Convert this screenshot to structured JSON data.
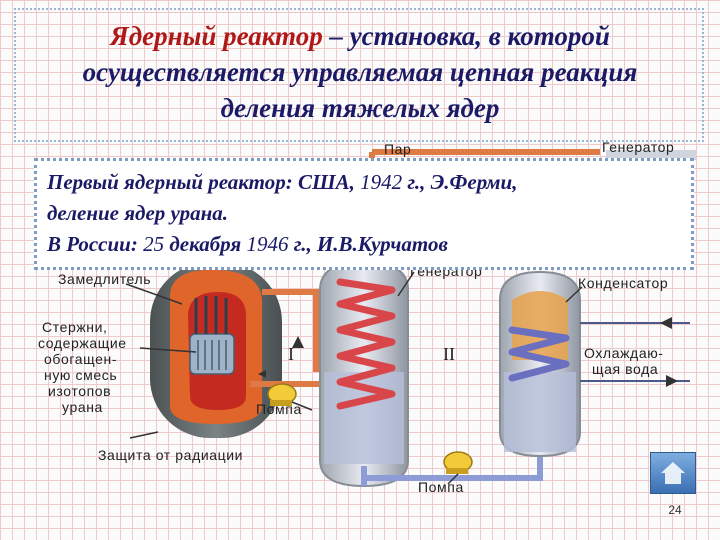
{
  "slide": {
    "title_accent": "Ядерный реактор",
    "title_rest": " – установка, в которой",
    "title_line2": "осуществляется управляемая цепная реакция",
    "title_line3": "деления тяжелых ядер",
    "info_line1_a": "Первый ядерный реактор: США, ",
    "info_line1_year": "1942",
    "info_line1_b": " г., Э.Ферми,",
    "info_line2": "деление ядер урана.",
    "info_line3_a": "В России: ",
    "info_line3_day": "25",
    "info_line3_b": " декабря ",
    "info_line3_year": "1946",
    "info_line3_c": " г., И.В.Курчатов",
    "page_number": "24"
  },
  "diagram": {
    "labels": {
      "steam": "Пар",
      "generator_top": "Генератор",
      "generator_mid": "Генератор",
      "moderator": "Замедлитель",
      "condenser": "Конденсатор",
      "rods_1": "Стержни,",
      "rods_2": "содержащие",
      "rods_3": "обогащен-",
      "rods_4": "ную смесь",
      "rods_5": "изотопов",
      "rods_6": "урана",
      "pump_1": "Помпа",
      "pump_2": "Помпа",
      "shield": "Защита от радиации",
      "coolant_1": "Охлаждаю-",
      "coolant_2": "щая вода",
      "loop_1": "I",
      "loop_2": "II"
    },
    "colors": {
      "vessel": "#5f6668",
      "core_orange": "#e0652a",
      "core_red": "#c42a1f",
      "pipe_orange": "#de7a44",
      "pipe_blue": "#8d9bd6",
      "coil_red": "#d8464a",
      "tank_fill": "#c8ccdf"
    }
  }
}
